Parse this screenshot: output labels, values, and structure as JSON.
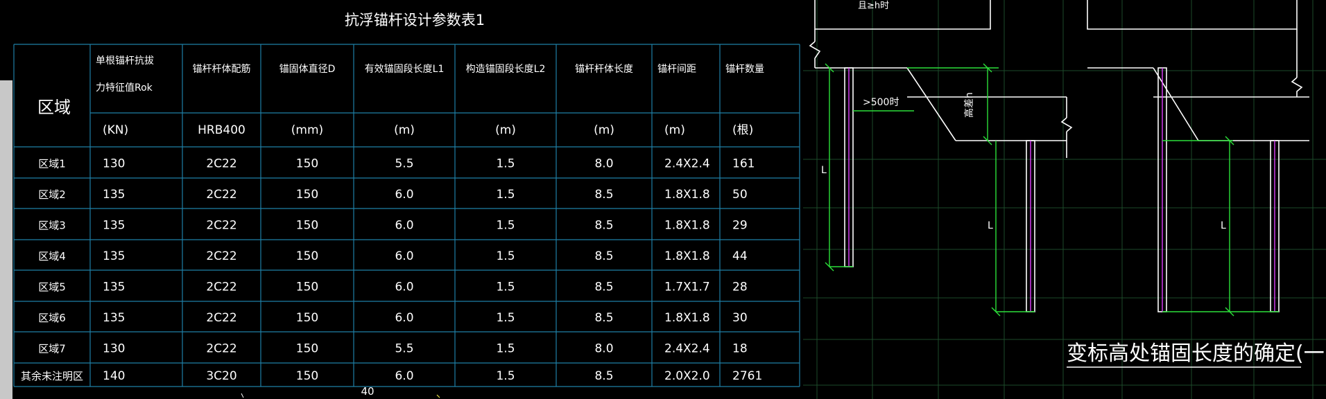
{
  "table": {
    "title": "抗浮锚杆设计参数表1",
    "region_header": "区域",
    "headers": [
      {
        "line1": "单根锚杆抗拔",
        "line2": "力特征值Rok",
        "unit": "(KN)"
      },
      {
        "line1": "锚杆杆体配筋",
        "line2": "",
        "unit": "HRB400"
      },
      {
        "line1": "锚固体直径D",
        "line2": "",
        "unit": "(mm)"
      },
      {
        "line1": "有效锚固段长度L1",
        "line2": "",
        "unit": "(m)"
      },
      {
        "line1": "构造锚固段长度L2",
        "line2": "",
        "unit": "(m)"
      },
      {
        "line1": "锚杆杆体长度",
        "line2": "",
        "unit": "(m)"
      },
      {
        "line1": "锚杆间距",
        "line2": "",
        "unit": "(m)"
      },
      {
        "line1": "锚杆数量",
        "line2": "",
        "unit": "(根)"
      }
    ],
    "rows": [
      {
        "region": "区域1",
        "cells": [
          "130",
          "2C22",
          "150",
          "5.5",
          "1.5",
          "8.0",
          "2.4X2.4",
          "161"
        ]
      },
      {
        "region": "区域2",
        "cells": [
          "135",
          "2C22",
          "150",
          "6.0",
          "1.5",
          "8.5",
          "1.8X1.8",
          "50"
        ]
      },
      {
        "region": "区域3",
        "cells": [
          "135",
          "2C22",
          "150",
          "6.0",
          "1.5",
          "8.5",
          "1.8X1.8",
          "29"
        ]
      },
      {
        "region": "区域4",
        "cells": [
          "135",
          "2C22",
          "150",
          "6.0",
          "1.5",
          "8.5",
          "1.8X1.8",
          "44"
        ]
      },
      {
        "region": "区域5",
        "cells": [
          "135",
          "2C22",
          "150",
          "6.0",
          "1.5",
          "8.5",
          "1.7X1.7",
          "28"
        ]
      },
      {
        "region": "区域6",
        "cells": [
          "135",
          "2C22",
          "150",
          "6.0",
          "1.5",
          "8.5",
          "1.8X1.8",
          "30"
        ]
      },
      {
        "region": "区域7",
        "cells": [
          "130",
          "2C22",
          "150",
          "5.5",
          "1.5",
          "8.0",
          "2.4X2.4",
          "18"
        ]
      },
      {
        "region": "其余未注明区",
        "cells": [
          "140",
          "3C20",
          "150",
          "6.0",
          "1.5",
          "8.5",
          "2.0X2.0",
          "2761"
        ]
      }
    ],
    "footer_note": "40"
  },
  "drawing": {
    "top_note": "且≥h时",
    "dim_500": ">500时",
    "label_height": "高差h",
    "label_L": "L",
    "caption": "变标高处锚固长度的确定(一)"
  },
  "colors": {
    "background": "#000000",
    "table_lines": "#1f7fa6",
    "text": "#ffffff",
    "dimension": "#2ce03a",
    "rebar": "#e040ff"
  }
}
